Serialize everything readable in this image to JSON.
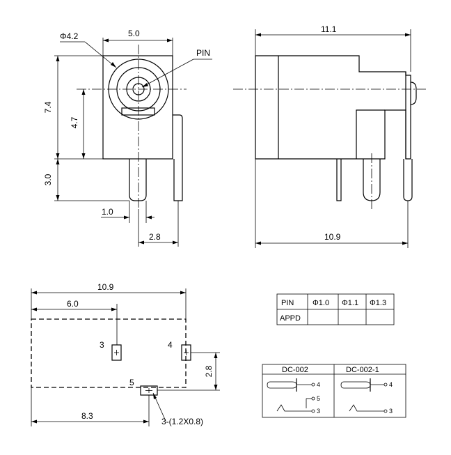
{
  "front_view": {
    "dim_hole": "Φ4.2",
    "dim_width": "5.0",
    "label_pin": "PIN",
    "dim_height": "7.4",
    "dim_center": "4.7",
    "dim_leg": "3.0",
    "dim_pin_width": "1.0",
    "dim_pin_spacing": "2.8"
  },
  "side_view": {
    "dim_top": "11.1",
    "dim_bottom": "10.9"
  },
  "footprint": {
    "dim_width": "10.9",
    "dim_pin3_x": "6.0",
    "dim_pin5_x": "8.3",
    "dim_pin_y": "2.8",
    "pin3": "3",
    "pin4": "4",
    "pin5": "5",
    "pad_note": "3-(1.2X0.8)"
  },
  "pin_table": {
    "header": [
      "PIN",
      "Φ1.0",
      "Φ1.1",
      "Φ1.3"
    ],
    "row_label": "APPD"
  },
  "schematic_table": {
    "headers": [
      "DC-002",
      "DC-002-1"
    ],
    "left_pins": [
      "4",
      "5",
      "3"
    ],
    "right_pins": [
      "4",
      "3"
    ]
  }
}
